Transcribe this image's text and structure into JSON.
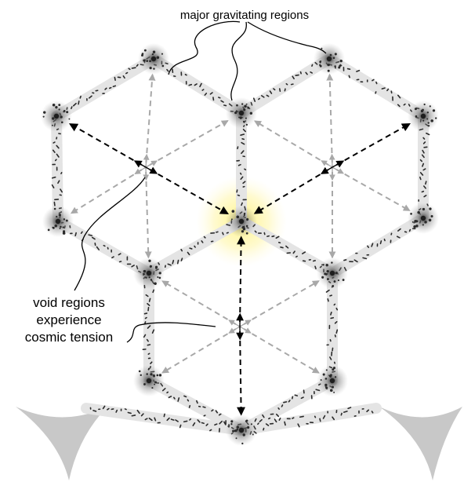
{
  "annotations": {
    "major": "major gravitating regions",
    "void_line1": "void regions",
    "void_line2": "experience",
    "void_line3": "cosmic tension"
  },
  "colors": {
    "background": "#ffffff",
    "filament": "#e4e4e4",
    "speckle": "#2a2a2a",
    "node_core": "#3a3a3a",
    "node_glow": "#9a9a9a",
    "highlight_glow": "#fff27a",
    "arrow_black": "#000000",
    "arrow_gray": "#a8a8a8",
    "cusp_fill": "#c8c8c8"
  },
  "diagram": {
    "node_count": 13,
    "void_count": 3,
    "highlighted_node": "central",
    "icons": [
      "gravitating-node-icon",
      "void-center-icon",
      "cusp-shape-icon"
    ]
  }
}
